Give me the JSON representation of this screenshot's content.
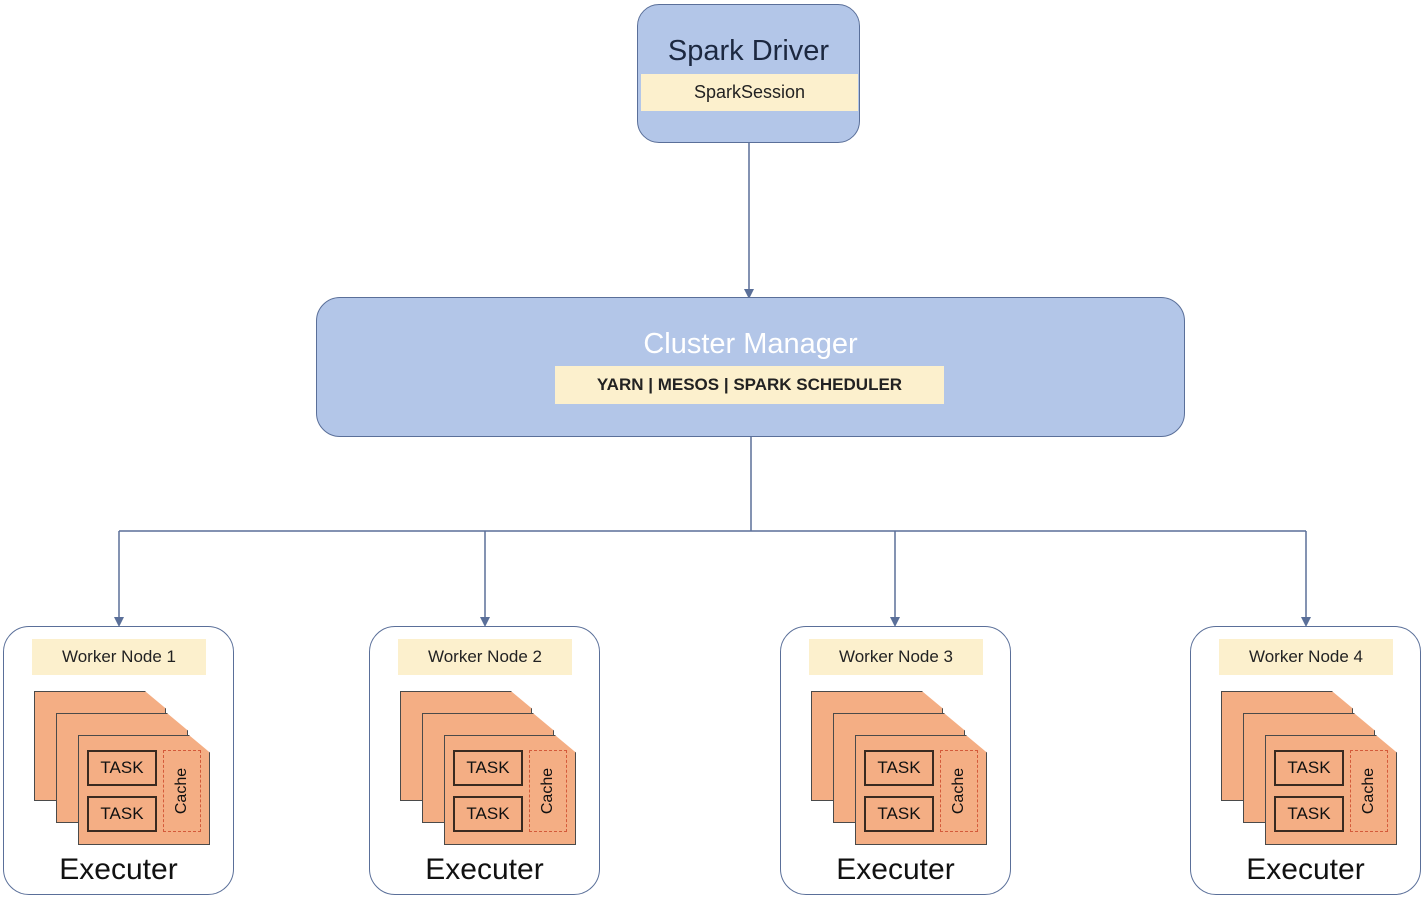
{
  "driver": {
    "title": "Spark Driver",
    "subtitle": "SparkSession"
  },
  "cluster_manager": {
    "title": "Cluster Manager",
    "subtitle": "YARN | MESOS | SPARK SCHEDULER"
  },
  "workers": [
    {
      "label": "Worker Node 1",
      "executor": "Executer",
      "task1": "TASK",
      "task2": "TASK",
      "cache": "Cache"
    },
    {
      "label": "Worker Node 2",
      "executor": "Executer",
      "task1": "TASK",
      "task2": "TASK",
      "cache": "Cache"
    },
    {
      "label": "Worker Node 3",
      "executor": "Executer",
      "task1": "TASK",
      "task2": "TASK",
      "cache": "Cache"
    },
    {
      "label": "Worker Node 4",
      "executor": "Executer",
      "task1": "TASK",
      "task2": "TASK",
      "cache": "Cache"
    }
  ],
  "colors": {
    "box_fill": "#b3c6e8",
    "label_fill": "#fcf0cd",
    "executor_fill": "#f4ae84",
    "connector": "#5a6f99"
  }
}
